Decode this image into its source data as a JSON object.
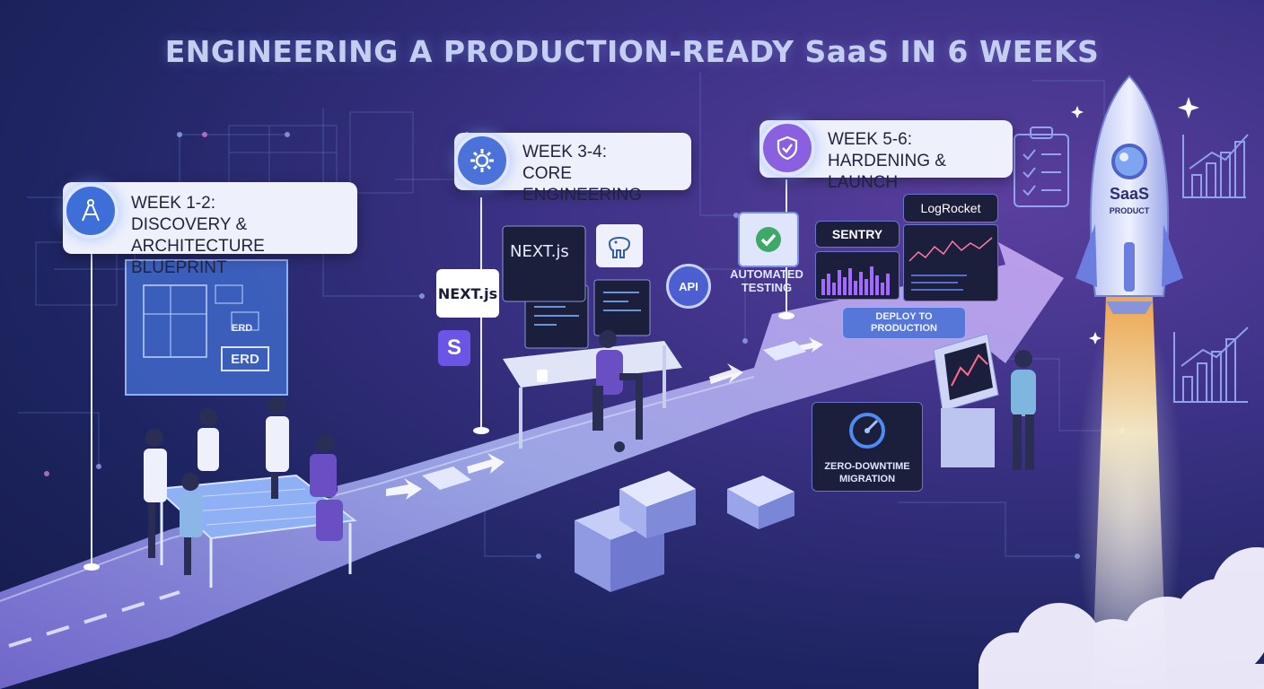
{
  "title": "ENGINEERING A PRODUCTION-READY SaaS IN 6 WEEKS",
  "phases": [
    {
      "week": "WEEK 1-2:",
      "name_line1": "DISCOVERY &",
      "name_line2": "ARCHITECTURE BLUEPRINT",
      "icon": "compass-icon"
    },
    {
      "week": "WEEK 3-4:",
      "name_line1": "CORE ENGINEERING",
      "icon": "gear-icon"
    },
    {
      "week": "WEEK 5-6:",
      "name_line1": "HARDENING & LAUNCH",
      "icon": "shield-check-icon"
    }
  ],
  "blueprint": {
    "erd_small": "ERD",
    "erd_big": "ERD"
  },
  "tech": {
    "nextjs_small": "NEXT.js",
    "nextjs_monitor": "NEXT.js",
    "stripe": "S",
    "api": "API",
    "postgres_icon": "elephant-icon"
  },
  "hardening": {
    "automated_testing": "AUTOMATED TESTING",
    "sentry": "SENTRY",
    "logrocket": "LogRocket",
    "deploy": "DEPLOY TO PRODUCTION",
    "migration": "ZERO-DOWNTIME MIGRATION"
  },
  "rocket": {
    "label_main": "SaaS",
    "label_sub": "PRODUCT"
  },
  "colors": {
    "accent_blue": "#4d7be8",
    "accent_purple": "#8a5fe0",
    "path_light": "#b3b8f0",
    "card_bg": "#eef1fb"
  }
}
